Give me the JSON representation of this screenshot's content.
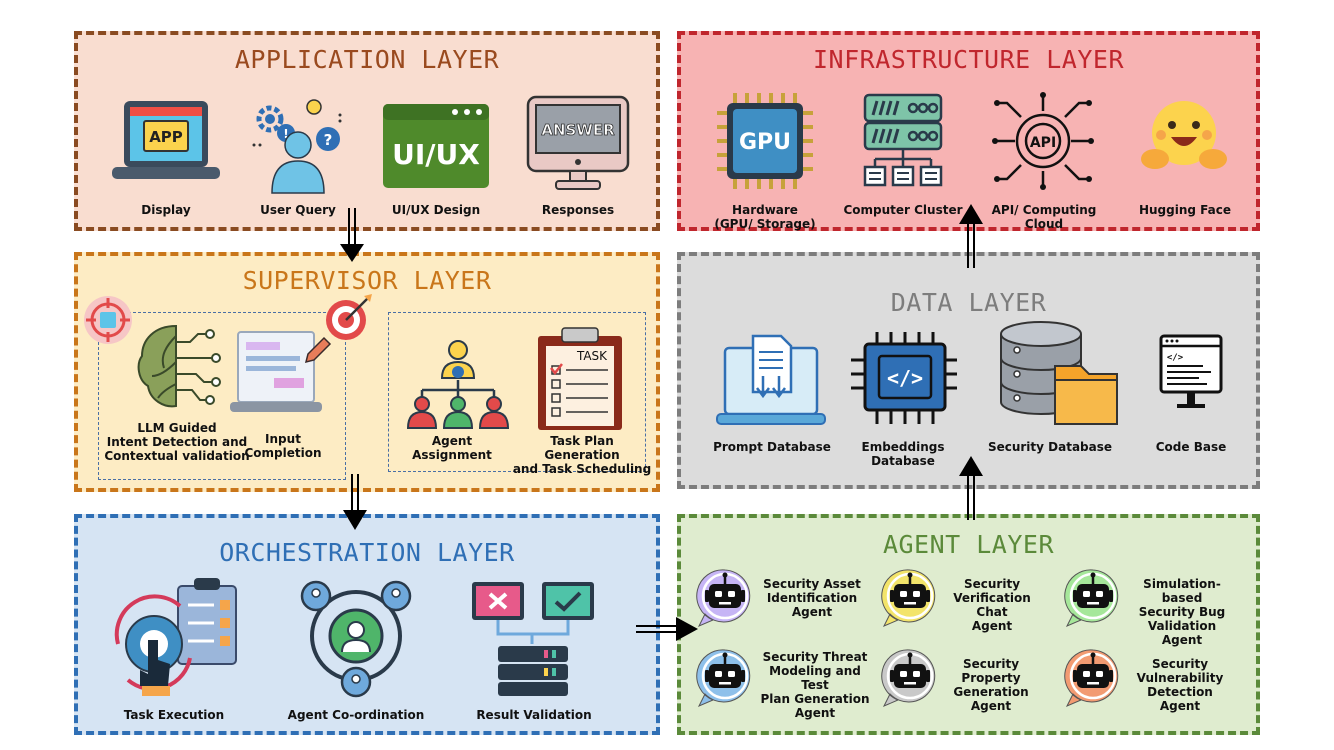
{
  "application": {
    "title": "APPLICATION LAYER",
    "items": [
      "Display",
      "User Query",
      "UI/UX Design",
      "Responses"
    ],
    "icon_texts": {
      "app": "APP",
      "uiux": "UI/UX",
      "answer": "ANSWER"
    }
  },
  "infrastructure": {
    "title": "INFRASTRUCTURE LAYER",
    "items": [
      "Hardware",
      "(GPU/ Storage)",
      "Computer Cluster",
      "API/ Computing Cloud",
      "Hugging Face"
    ],
    "icon_texts": {
      "gpu": "GPU",
      "api": "API"
    }
  },
  "supervisor": {
    "title": "SUPERVISOR LAYER",
    "items": [
      "LLM Guided",
      "Intent Detection and",
      "Contextual validation",
      "Input",
      "Completion",
      "Agent Assignment",
      "Task Plan Generation",
      "and Task Scheduling"
    ],
    "icon_texts": {
      "task": "TASK"
    }
  },
  "data_layer": {
    "title": "DATA LAYER",
    "items": [
      "Prompt Database",
      "Embeddings",
      "Database",
      "Security Database",
      "Code Base"
    ],
    "icon_texts": {
      "code": "</>"
    }
  },
  "orchestration": {
    "title": "ORCHESTRATION LAYER",
    "items": [
      "Task Execution",
      "Agent Co-ordination",
      "Result Validation"
    ]
  },
  "agent": {
    "title": "AGENT LAYER",
    "agents": [
      [
        "Security Asset",
        "Identification",
        "Agent"
      ],
      [
        "Security",
        "Verification Chat",
        "Agent"
      ],
      [
        "Simulation-based",
        "Security Bug",
        "Validation Agent"
      ],
      [
        "Security Threat",
        "Modeling and Test",
        "Plan Generation",
        "Agent"
      ],
      [
        "Security",
        "Property",
        "Generation Agent"
      ],
      [
        "Security",
        "Vulnerability",
        "Detection Agent"
      ]
    ]
  },
  "colors": {
    "application_bg": "#f9ddd0",
    "application_border": "#8a4b21",
    "infra_bg": "#f7b3b3",
    "infra_border": "#c0262d",
    "supervisor_bg": "#fdecc4",
    "supervisor_border": "#c9761a",
    "data_bg": "#dcdcdc",
    "data_border": "#7d7d7d",
    "orch_bg": "#d6e4f3",
    "orch_border": "#2f6fb5",
    "agent_bg": "#dfeccf",
    "agent_border": "#5b8a3a"
  }
}
